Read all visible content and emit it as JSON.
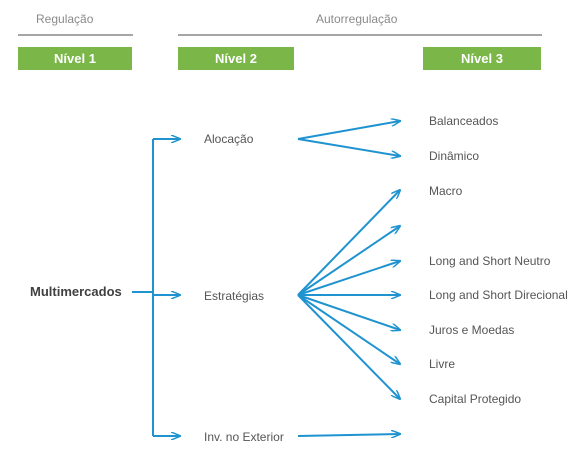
{
  "header": {
    "regulation_label": "Regulação",
    "selfregulation_label": "Autorregulação",
    "level1": "Nível 1",
    "level2": "Nível 2",
    "level3": "Nível 3"
  },
  "colors": {
    "arrow": "#1f93d0",
    "level_box": "#7ab648",
    "divider": "#a6a6a6"
  },
  "root": {
    "label": "Multimercados"
  },
  "level2_nodes": [
    {
      "label": "Alocação"
    },
    {
      "label": "Estratégias"
    },
    {
      "label": "Inv. no Exterior"
    }
  ],
  "level3_nodes": [
    {
      "label": "Balanceados",
      "parent": "Alocação"
    },
    {
      "label": "Dinâmico",
      "parent": "Alocação"
    },
    {
      "label": "Macro",
      "parent": "Estratégias"
    },
    {
      "label": "",
      "parent": "Estratégias"
    },
    {
      "label": "Long and Short Neutro",
      "parent": "Estratégias"
    },
    {
      "label": "Long and Short Direcional",
      "parent": "Estratégias"
    },
    {
      "label": "Juros e Moedas",
      "parent": "Estratégias"
    },
    {
      "label": "Livre",
      "parent": "Estratégias"
    },
    {
      "label": "Capital Protegido",
      "parent": "Estratégias"
    },
    {
      "label": "",
      "parent": "Inv. no Exterior"
    }
  ]
}
